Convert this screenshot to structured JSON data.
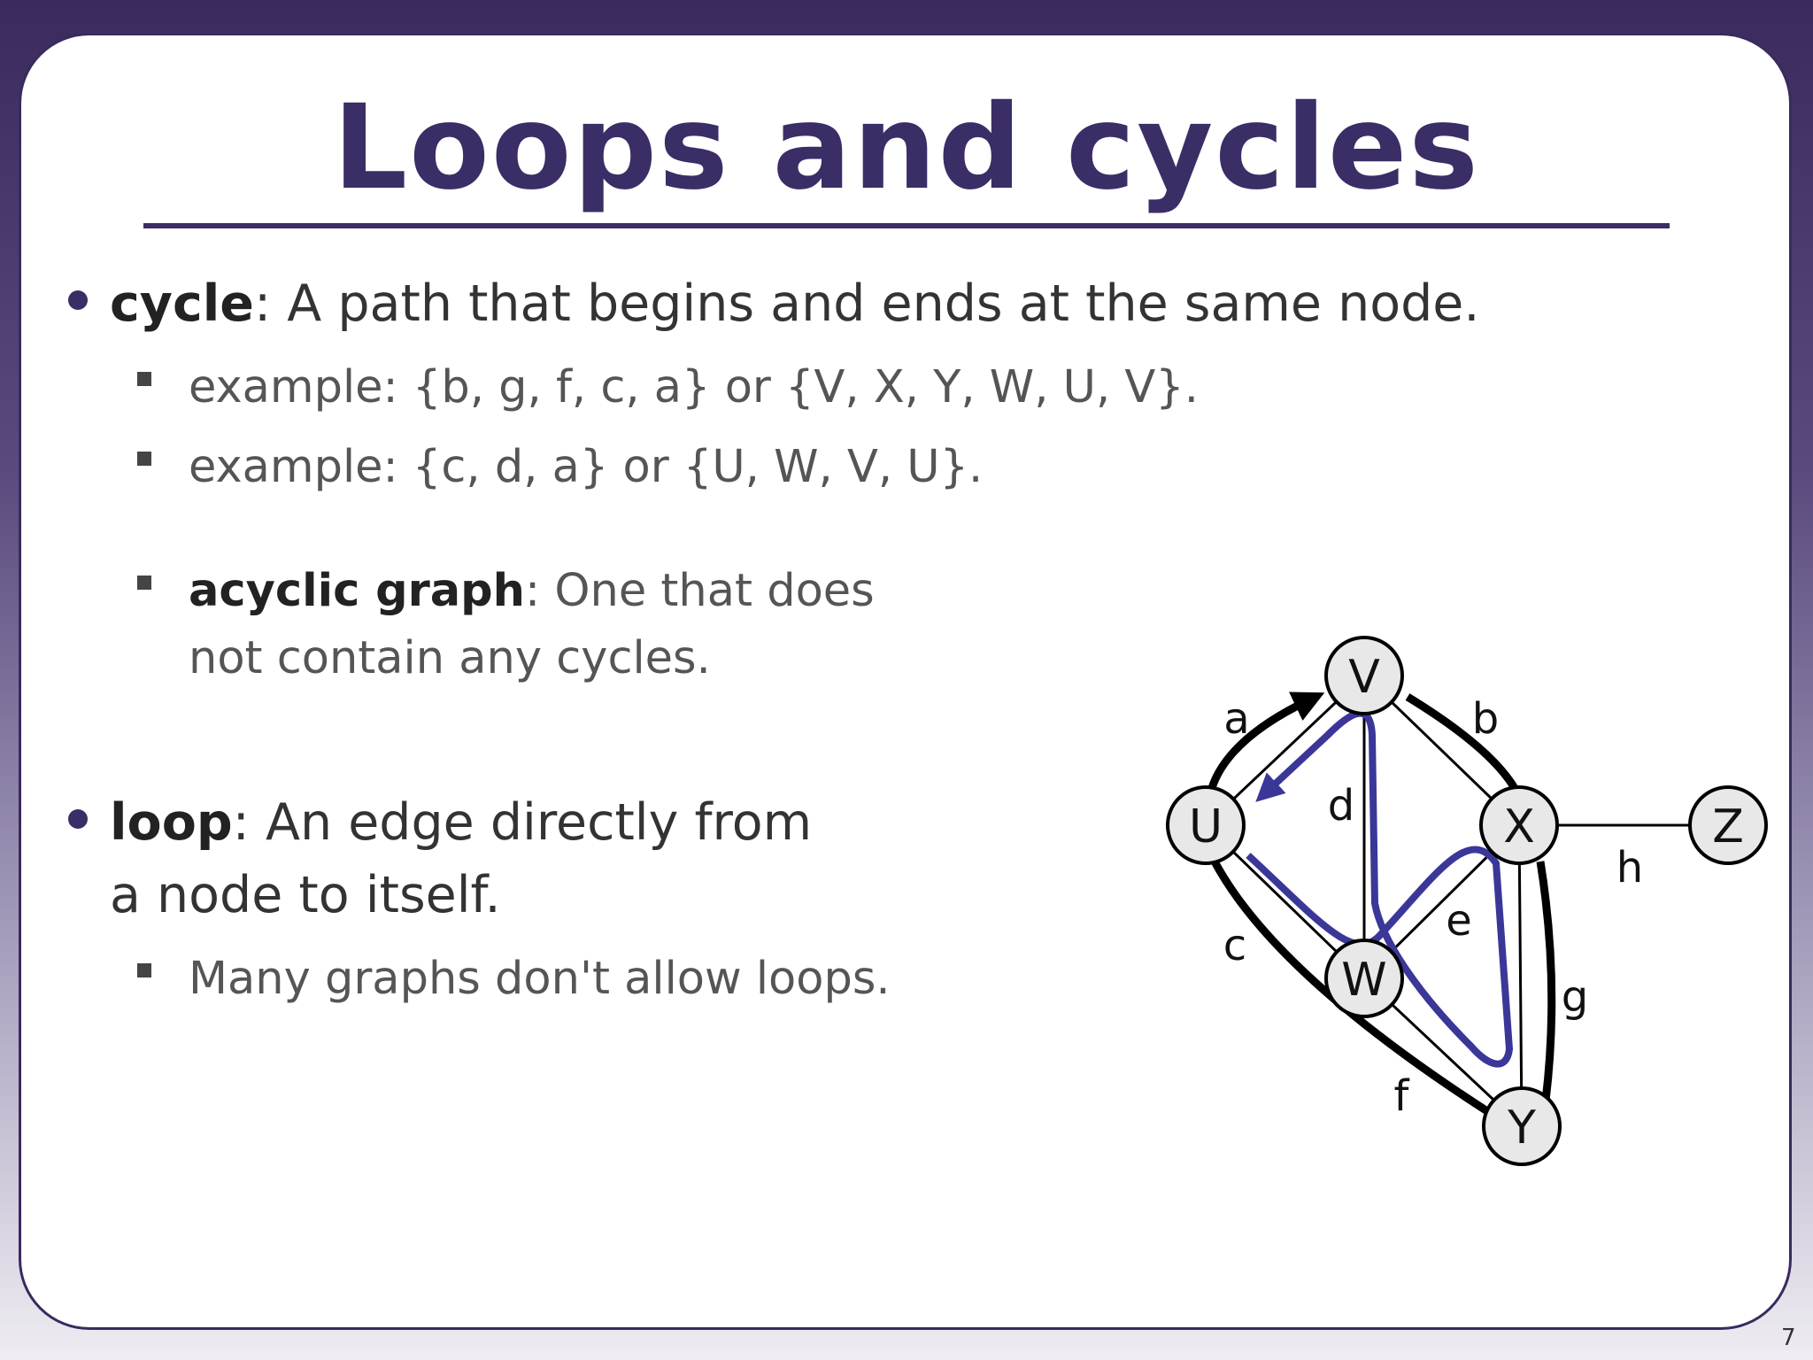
{
  "slide": {
    "title": "Loops and cycles",
    "page_number": "7",
    "bullets": [
      {
        "term": "cycle",
        "text": ": A path that begins and ends at the same node."
      },
      {
        "text": "example: {b, g, f, c, a} or {V, X, Y, W, U, V}."
      },
      {
        "text": "example: {c, d, a} or {U, W, V, U}."
      },
      {
        "term": "acyclic graph",
        "text": ": One that does",
        "text2": "not contain any cycles."
      },
      {
        "term": "loop",
        "text": ": An edge directly from",
        "text2": "a node to itself."
      },
      {
        "text": "Many graphs don't allow loops."
      }
    ]
  },
  "graph": {
    "nodes": [
      "V",
      "U",
      "X",
      "Z",
      "W",
      "Y"
    ],
    "edge_labels": [
      "a",
      "b",
      "c",
      "d",
      "e",
      "f",
      "g",
      "h"
    ],
    "colors": {
      "title": "#3b2d66",
      "highlight_path": "#3a3799",
      "node_fill": "#e8e8e8"
    }
  }
}
